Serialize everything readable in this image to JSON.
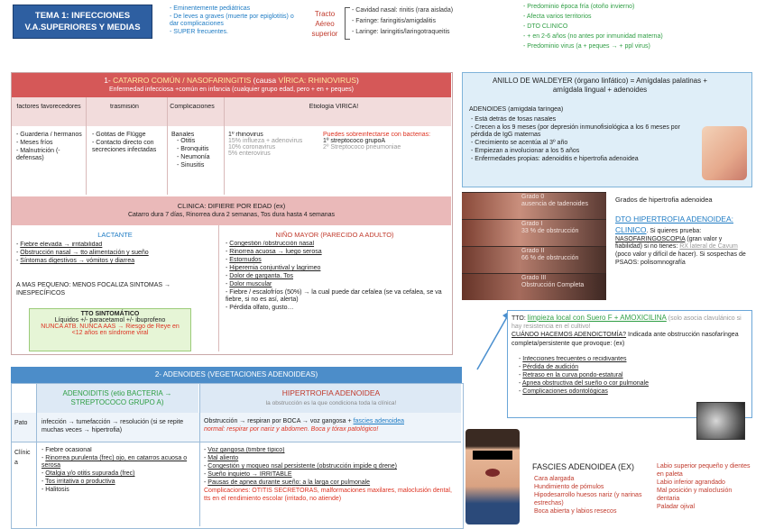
{
  "title": {
    "line1": "TEMA 1: INFECCIONES",
    "line2": "V.A.SUPERIORES Y MEDIAS"
  },
  "intro": [
    "Eminentemente pediátricas",
    "De leves a graves (muerte por epiglotitis) o dar complicaciones",
    "SUPER frecuentes."
  ],
  "tract": {
    "label": "Tracto Aéreo superior",
    "items": [
      "Cavidad nasal: rinitis (rara aislada)",
      "Faringe: faringitis/amigdalitis",
      "Laringe: laringitis/laringotraqueitis"
    ]
  },
  "epi": [
    "Predominio época fría (otoño invierno)",
    "Afecta varios territorios",
    "DTO CLINICO",
    "+ en 2-6 años (no antes por inmunidad materna)",
    "Predominio virus (a + peques → + ppl virus)"
  ],
  "s1": {
    "title_a": "1- ",
    "title_b": "CATARRO COMÚN / NASOFARINGITIS",
    "title_c": " (causa ",
    "title_d": "VÍRICA: RHINOVIRUS",
    "title_e": ")",
    "subtitle": "Enfermedad infecciosa +común en infancia (cualquier grupo edad, pero + en + peques)",
    "headers": [
      "factores favorecedores",
      "trasmisión",
      "Complicaciones",
      "Etiología VÍRICA!"
    ],
    "factores": [
      "Guardería / hermanos",
      "Meses fríos",
      "Malnutrición (- defensas)"
    ],
    "trasmision": [
      "Gotitas de Flügge",
      "Contacto directo con secreciones infectadas"
    ],
    "complic_first": "Banales",
    "complic": [
      "Otitis",
      "Bronquitis",
      "Neumonía",
      "Sinusitis"
    ],
    "etio": [
      "1º rhinovirus",
      "15% influeza + adenovirus",
      "10% coronavirus",
      "5% enterovirus"
    ],
    "bact_title": "Puedes sobreinfectarse con bacterias:",
    "bact_1": "1º streptococo grupoA",
    "bact_2": "2º Streptococo pneumoniae",
    "clin_title": "CLINICA: DIFIERE POR EDAD (ex)",
    "clin_sub": "Catarro dura 7 días, Rinorrea dura 2 semanas, Tos dura hasta 4 semanas",
    "lactante_title": "LACTANTE",
    "lactante": [
      "Fiebre elevada → irritabilidad",
      "Obstrucción nasal → tto alimentación y sueño",
      "Síntomas digestivos → vómitos y diarrea"
    ],
    "menos": "A MÁS PEQUEÑO: MENOS FOCALIZA SÍNTOMAS → INESPECÍFICOS",
    "tto_title": "TTO SINTOMÁTICO",
    "tto_line": "Líquidos +/- paracetamol +/- ibuprofeno",
    "tto_red1": "NUNCA ATB. NUNCA AAS → Riesgo de Reye en",
    "tto_red2": "<12 años en síndrome viral",
    "nino_title": "NIÑO MAYOR (PARECIDO A ADULTO)",
    "nino": [
      "Congestión /obstrucción nasal",
      "Rinorrea acuosa → luego serosa",
      "Estornudos",
      "Hiperemia conjuntival y lagrimeo",
      "Dolor de garganta. Tos",
      "Dolor muscular",
      "Fiebre / escalofríos (50%) → la cual puede dar cefalea (se va cefalea, se va fiebre, si no es así, alerta)",
      "Pérdida olfato, gusto…"
    ]
  },
  "waldeyer": {
    "title": "ANILLO DE WALDEYER (órgano linfático) = Amígdalas palatinas + amígdala lingual + adenoides",
    "ad_title": "ADENOIDES (amígdala faríngea)",
    "items": [
      "Está detrás de fosas nasales",
      "Crecen a los 9 meses (por depresión inmunofisiológica a los 6 meses por pérdida de IgG maternas",
      "Crecimiento se acentúa al 3º año",
      "Empiezan a involucionar a los 5 años",
      "Enfermedades propias: adenoiditis e hipertrofia adenoidea"
    ]
  },
  "grados": {
    "images": [
      [
        "Grado 0",
        "ausencia de tadenoides"
      ],
      [
        "Grado I",
        "33 % de obstrucción"
      ],
      [
        "Grado II",
        "66 % de obstrucción"
      ],
      [
        "Grado III",
        "Obstrucción Completa"
      ]
    ],
    "title": "Grados de hipertrofia adenoidea",
    "dto": "DTO HIPERTROFIA ADENOIDEA: CLINICO",
    "dto_rest": ". Si quieres prueba: ",
    "naso": "NASOFARINGOSCOPIA",
    "naso_rest": " (gran valor y fiabilidad) si no tienes: ",
    "rx": "RX lateral de Cavum",
    "rx_rest": " (poco valor y difícil de hacer). Si sospechas de PSAOS: polisomnografía"
  },
  "ttobox": {
    "a": "TTO: ",
    "b": "limpieza local con Suero F + AMOXICILINA",
    "c": " (solo asocia clavulánico si hay resistencia en el cultivo!",
    "when": "CUÁNDO HACEMOS ADENOICTOMÍA?",
    "when_rest": " Indicada ante obstrucción nasofaríngea completa/persistente que provoque: (ex)",
    "items": [
      "Infecciones frecuentes o recidivantes",
      "Pérdida de audición",
      "Retraso en la curva pondo-estatural",
      "Apnea obstructiva del sueño o cor pulmonale",
      "Complicaciones odontológicas"
    ]
  },
  "s2": {
    "title": "2- ADENOIDES (VEGETACIONES ADENOIDEAS)",
    "adeno_title": "ADENOIDITIS (etio BACTERIA → STREPTOCOCO GRUPO A)",
    "hiper_title": "HIPERTROFIA ADENOIDEA",
    "hiper_sub": "la obstrucción es la que condiciona toda la clínica!",
    "pato_label": "Pato",
    "clin_label": "Clínica",
    "pato_a": "infección → tumefacción → resolución (si se repite muchas veces → hipertrofia)",
    "pato_h1": "Obstrucción → respiran por BOCA → voz gangosa + ",
    "pato_h2": "fascies adenoidea",
    "pato_h3": "normal: respirar por nariz y abdomen. Boca y tórax patológico!",
    "clin_a": [
      "Fiebre ocasional",
      "Rinorrea purulenta (frec) ojo, en catarros acuosa o serosa",
      "Otalgia y/o otitis supurada (frec)",
      "Tos irritativa o productiva",
      "Halitosis"
    ],
    "clin_h": [
      "Voz gangosa (timbre típico)",
      "Mal aliento",
      "Congestión y moqueo nsal persistente (obstrucción impide q drene)",
      "Sueño inquieto → IRRITABLE",
      "Pausas de apnea durante sueño: a la larga cor pulmonale"
    ],
    "complic": "Complicaciones: OTITIS SECRETORAS, malformaciones maxilares, maloclusión dental, tts en el rendimiento escolar (irritado, no atiende)"
  },
  "fascies": {
    "title": "FASCIES ADENOIDEA (EX)",
    "left": [
      "Cara alargada",
      "Hundimiento de pómulos",
      "Hipodesarrollo huesos nariz (y narinas estrechas)",
      "Boca abierta y labios resecos"
    ],
    "right": [
      "Labio superior pequeño y dientes en paleta",
      "Labio inferior agrandado",
      "Mal posición y maloclusión dentaria",
      "Paladar ojival"
    ]
  }
}
